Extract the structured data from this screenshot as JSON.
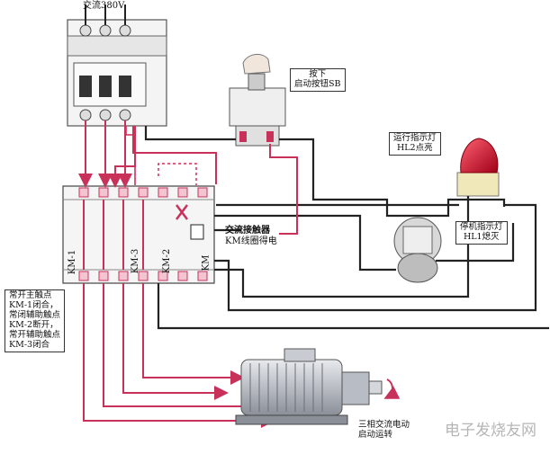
{
  "supply_label": "交流380V",
  "press_label": [
    "按下",
    "启动按钮SB"
  ],
  "run_lamp_label": [
    "运行指示灯",
    "HL2点亮"
  ],
  "stop_lamp_label": [
    "停机指示灯",
    "HL1熄灭"
  ],
  "contactor_label": [
    "交流接触器",
    "KM线圈得电"
  ],
  "contactor_terminals": [
    "KM-1",
    "KM-3",
    "KM-2",
    "KM"
  ],
  "contacts_note": [
    "常开主触点",
    "KM-1闭合，",
    "常闭辅助触点",
    "KM-2断开，",
    "常开辅助触点",
    "KM-3闭合"
  ],
  "motor_note": [
    "三相交流电动",
    "启动运转"
  ],
  "watermark": "电子发烧友网",
  "colors": {
    "live_wire": "#c8325a",
    "neutral_wire": "#222222",
    "lamp_red": "#d8102a"
  }
}
